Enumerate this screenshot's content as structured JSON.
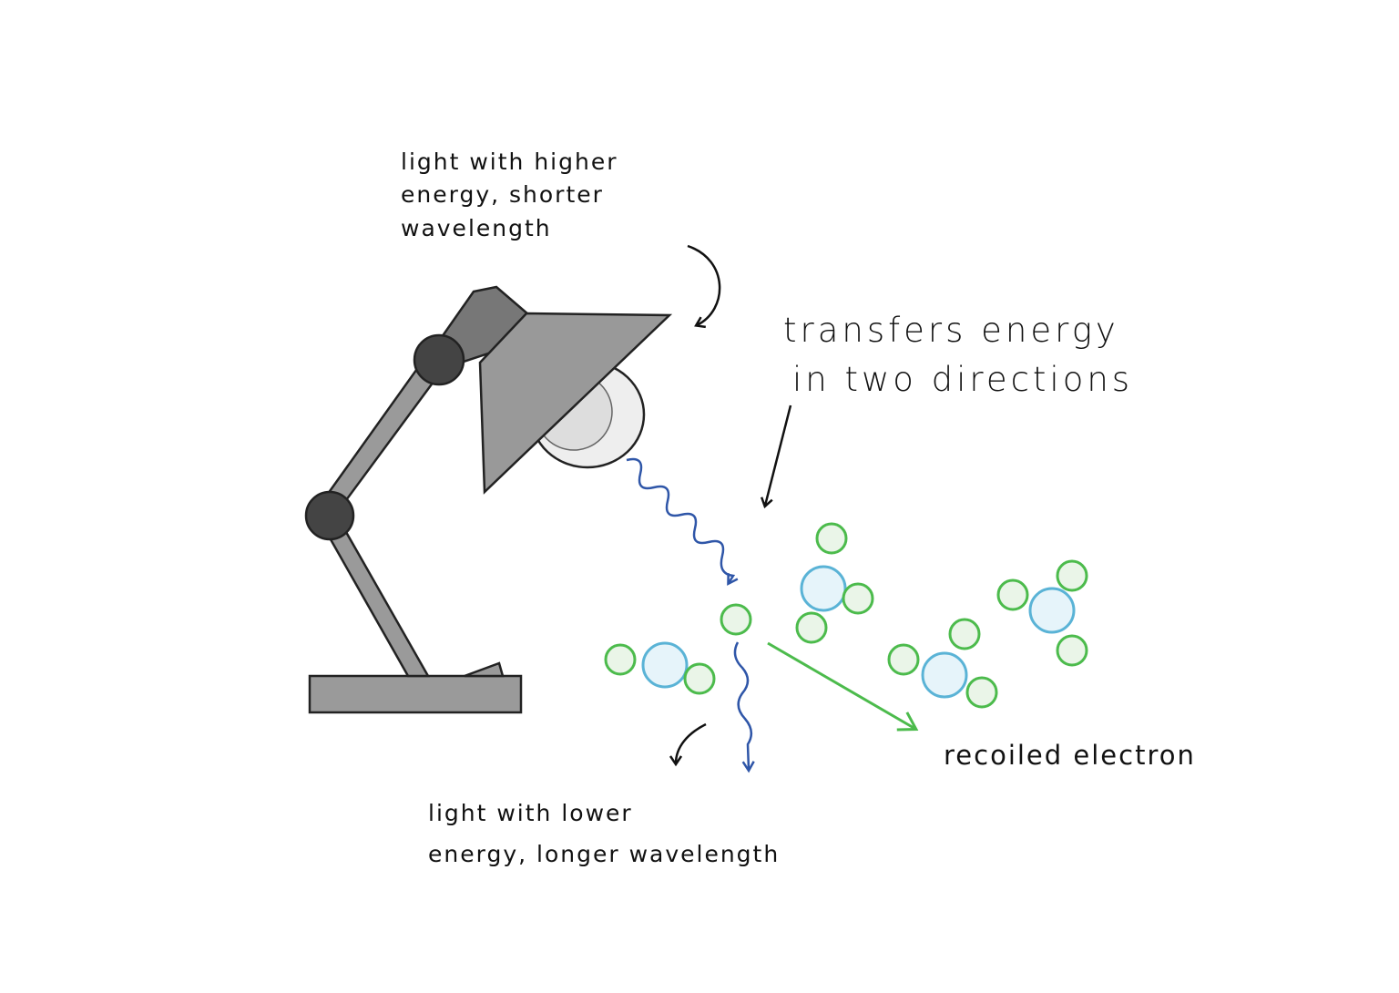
{
  "labels": {
    "incoming_light": [
      "light with higher",
      "energy, shorter",
      "wavelength"
    ],
    "transfer": [
      "transfers energy",
      "in two directions"
    ],
    "scattered_light": [
      "light with lower",
      "energy, longer wavelength"
    ],
    "recoiled_electron": "recoiled electron"
  },
  "colors": {
    "electron": "#4cbb4c",
    "nucleus": "#5ab3d6",
    "photon": "#2f56a8",
    "lamp": "#9a9a9a",
    "lamp_joint": "#444444"
  },
  "icons": [
    "desk-lamp",
    "photon-wave",
    "electron",
    "atom"
  ]
}
